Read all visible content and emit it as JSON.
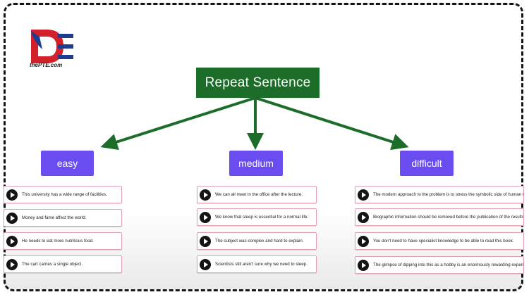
{
  "logo": {
    "text": "thePTE.com",
    "icon": "pte-logo-icon"
  },
  "title": "Repeat Sentence",
  "levels": [
    {
      "label": "easy",
      "items": [
        "This university has a wide range of facilities.",
        "Money and fame affect the world.",
        "He needs to eat more nutritious food.",
        "The cart carries a single object."
      ]
    },
    {
      "label": "medium",
      "items": [
        "We can all meet in the office after the lecture.",
        "We know that sleep is essential for a normal life.",
        "The subject was complex and hard to explain.",
        "Scientists still aren't sure why we need to sleep."
      ]
    },
    {
      "label": "difficult",
      "items": [
        "The modern approach to the problem is to stress the symbolic side of human nature.",
        "Biographic information should be removed before the publication of the results.",
        "You don't need to have specialist knowledge to be able to read this book.",
        "The glimpse of dipping into this as a hobby is an enormously rewarding experience."
      ]
    }
  ],
  "colors": {
    "title_bg": "#1c6d29",
    "arrow": "#1c6d29",
    "level_bg": "#6a4cf0",
    "item_border": "#e0a0b0"
  }
}
